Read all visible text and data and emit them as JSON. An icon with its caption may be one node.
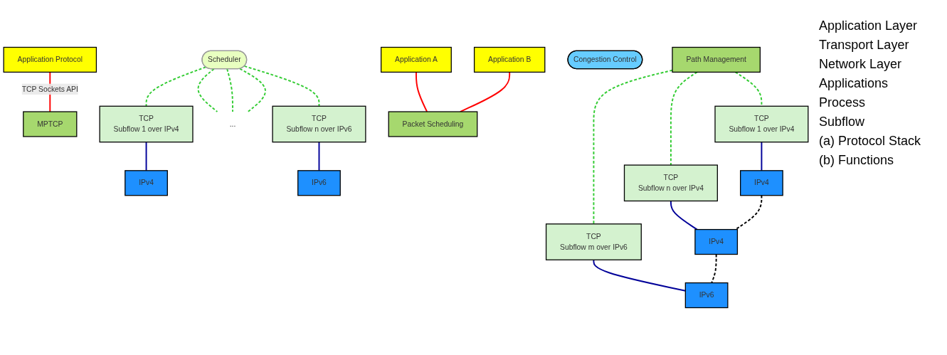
{
  "diagram": {
    "nodes": [
      {
        "text": [
          "Application Protocol"
        ]
      },
      {
        "text": [
          "MPTCP"
        ]
      },
      {
        "text": [
          "Scheduler"
        ]
      },
      {
        "text": [
          "TCP",
          "Subflow 1 over IPv4"
        ]
      },
      {
        "text": [
          "..."
        ]
      },
      {
        "text": [
          "TCP",
          "Subflow n over IPv6"
        ]
      },
      {
        "text": [
          "IPv4"
        ]
      },
      {
        "text": [
          "IPv6"
        ]
      },
      {
        "text": [
          "Application A"
        ]
      },
      {
        "text": [
          "Application B"
        ]
      },
      {
        "text": [
          "Packet Scheduling"
        ]
      },
      {
        "text": [
          "Congestion Control"
        ]
      },
      {
        "text": [
          "Path Management"
        ]
      },
      {
        "text": [
          "TCP",
          "Subflow 1 over IPv4"
        ]
      },
      {
        "text": [
          "TCP",
          "Subflow n over IPv4"
        ]
      },
      {
        "text": [
          "TCP",
          "Subflow m over IPv6"
        ]
      },
      {
        "text": [
          "IPv4"
        ]
      },
      {
        "text": [
          "IPv4"
        ]
      },
      {
        "text": [
          "IPv6"
        ]
      }
    ],
    "edges": [
      {
        "from": 0,
        "to": 1,
        "arrow": "none",
        "label": "TCP Sockets API",
        "color": "#ff0000"
      },
      {
        "from": 2,
        "to": 3,
        "arrow": "none",
        "style": "dashed",
        "color": "#33cc33"
      },
      {
        "from": 2,
        "to": 4,
        "arrow": "none",
        "style": "dashed",
        "color": "#33cc33"
      },
      {
        "from": 2,
        "to": 4,
        "arrow": "none",
        "style": "dashed",
        "color": "#33cc33"
      },
      {
        "from": 2,
        "to": 4,
        "arrow": "none",
        "style": "dashed",
        "color": "#33cc33"
      },
      {
        "from": 2,
        "to": 5,
        "arrow": "none",
        "style": "dashed",
        "color": "#33cc33"
      },
      {
        "from": 3,
        "to": 6,
        "arrow": "none",
        "color": "#000099"
      },
      {
        "from": 5,
        "to": 7,
        "arrow": "none",
        "color": "#000099"
      },
      {
        "from": 8,
        "to": 10,
        "arrow": "none",
        "color": "#ff0000"
      },
      {
        "from": 9,
        "to": 10,
        "arrow": "none",
        "color": "#ff0000"
      },
      {
        "from": 12,
        "to": 13,
        "arrow": "none",
        "style": "dashed",
        "color": "#33cc33"
      },
      {
        "from": 12,
        "to": 14,
        "arrow": "none",
        "style": "dashed",
        "color": "#33cc33"
      },
      {
        "from": 12,
        "to": 15,
        "arrow": "none",
        "style": "dashed",
        "color": "#33cc33"
      },
      {
        "from": 13,
        "to": 16,
        "arrow": "none",
        "color": "#000099"
      },
      {
        "from": 14,
        "to": 17,
        "arrow": "none",
        "color": "#000099"
      },
      {
        "from": 15,
        "to": 18,
        "arrow": "none",
        "color": "#000099"
      },
      {
        "from": 16,
        "to": 17,
        "arrow": "none",
        "style": "dashed",
        "color": "#000000"
      },
      {
        "from": 17,
        "to": 18,
        "arrow": "none",
        "style": "dashed",
        "color": "#000000"
      }
    ],
    "labels": [
      "Application Layer",
      "Transport Layer",
      "Network Layer",
      "Applications",
      "Process",
      "Subflow",
      "(a) Protocol Stack",
      "(b) Functions"
    ]
  }
}
